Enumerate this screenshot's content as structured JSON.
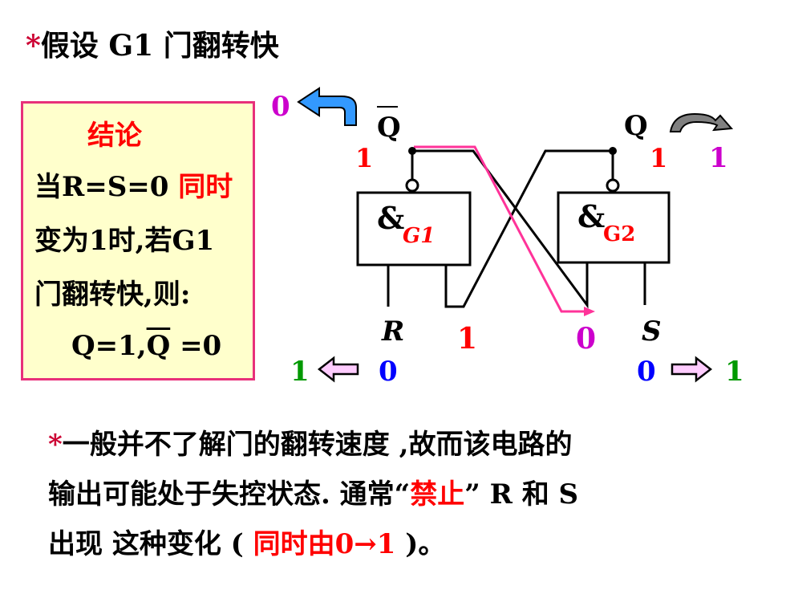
{
  "title": {
    "bullet": "*",
    "text": "假设 G1 门翻转快"
  },
  "conclusion": {
    "heading": "结论",
    "line1_a": "当R=S=0 ",
    "line1_b": "同时",
    "line2": "变为1时,若G1",
    "line3": "门翻转快,则:",
    "result_q": "Q=1,",
    "result_qbar": "Q",
    "result_tail": " =0"
  },
  "diagram": {
    "gate1": {
      "symbol": "&",
      "label": "G1"
    },
    "gate2": {
      "symbol": "&",
      "label": "G2"
    },
    "outputs": {
      "qbar": "Q",
      "q": "Q"
    },
    "inputs": {
      "r": "R",
      "s": "S"
    },
    "values": {
      "qbar_level": "1",
      "qbar_arrow_target": "0",
      "q_level": "1",
      "q_arrow_target": "1",
      "g1_cross_in": "1",
      "g2_cross_in": "0",
      "r_now": "0",
      "r_next": "1",
      "s_now": "0",
      "s_next": "1"
    },
    "colors": {
      "cyan_arrow": "#3399ff",
      "grey_arrow": "#808080",
      "pink_arrow": "#ffccff",
      "path_highlight": "#ff3399",
      "magenta": "#cc00cc",
      "blue": "#0000ff",
      "green": "#009900",
      "red": "#ff0000"
    }
  },
  "paragraph": {
    "bullet": "*",
    "l1": "一般并不了解门的翻转速度 ,故而该电路的",
    "l2_a": "输出可能处于失控状态. 通常“",
    "l2_b": "禁止",
    "l2_c": "” R 和 S",
    "l3_a": "出现 这种变化 ( ",
    "l3_b": "同时由0→1",
    "l3_c": " )。"
  }
}
